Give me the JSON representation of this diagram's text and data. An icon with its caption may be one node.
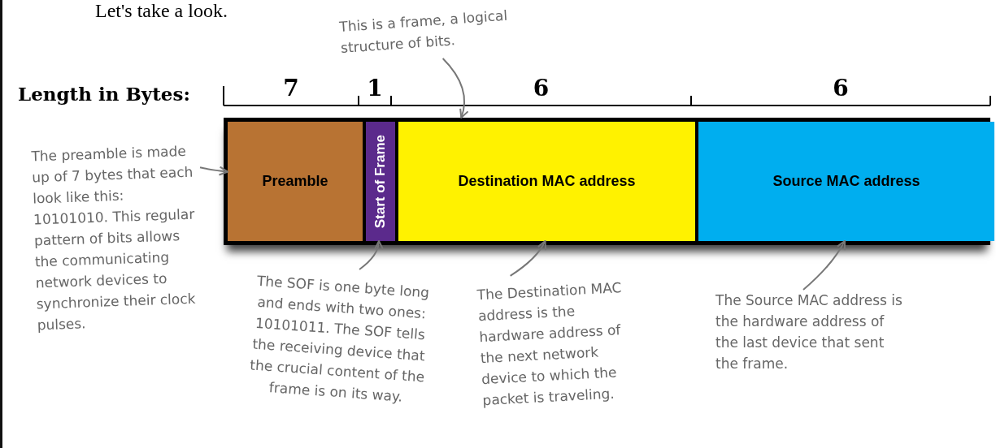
{
  "diagram": {
    "nodes": [
      {
        "text": [],
        "shape": "box"
      },
      {
        "text": [
          "Preamble"
        ],
        "in": 0
      },
      {
        "text": [
          "Start of Frame"
        ],
        "in": 0
      },
      {
        "text": [
          "Destination MAC address"
        ],
        "in": 0
      },
      {
        "text": [
          "Source MAC address"
        ],
        "in": 0
      },
      {
        "text": [
          "This is a frame, a logical structure of bits."
        ]
      },
      {
        "text": [
          "The preamble is made up of 7 bytes that each look like this: 10101010. This regular pattern of bits allows the communicating network devices to synchronize their clock pulses."
        ]
      },
      {
        "text": [
          "The SOF is one byte long and ends with two ones: 10101011. The SOF tells the receiving device that the crucial content of the frame is on its way."
        ]
      },
      {
        "text": [
          "The Destination MAC address is the hardware address of the next network device to which the packet is traveling."
        ]
      },
      {
        "text": [
          "The Source MAC address is the hardware address of the last device that sent the frame."
        ]
      }
    ],
    "edges": [
      {
        "from": 5,
        "to": 0,
        "arrow": "to"
      },
      {
        "from": 6,
        "to": 1,
        "arrow": "to"
      },
      {
        "from": 7,
        "to": 2,
        "arrow": "to"
      },
      {
        "from": 8,
        "to": 3,
        "arrow": "to"
      },
      {
        "from": 9,
        "to": 4,
        "arrow": "to"
      }
    ],
    "labels": [
      "Let's take a look.",
      "Length in Bytes:",
      "7",
      "1",
      "6",
      "6"
    ]
  }
}
